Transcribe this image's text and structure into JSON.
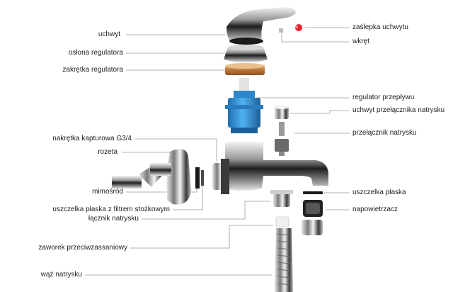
{
  "labels_left": {
    "uchwyt": "uchwyt",
    "oslona_regulatora": "osłona regulatora",
    "zakretka_regulatora": "zakrętka regulatora",
    "nakretka_kapturowa": "nakrętka kapturowa G3/4",
    "rozeta": "rozeta",
    "mimosrod": "mimośród",
    "uszczelka_plaska_filtr": "uszczelka płaska z filtrem stożkowym",
    "lacznik_natrysku": "łącznik natrysku",
    "zaworek": "zaworek przeciwzassaniowy",
    "waz_natrysku": "wąż natrysku"
  },
  "labels_right": {
    "zaslepka_uchwytu": "zaślepka uchwytu",
    "wkret": "wkręt",
    "regulator_przeplywu": "regulator przepływu",
    "uchwyt_przelacznika": "uchwyt przełącznika natrysku",
    "przelacznik_natrysku": "przełącznik natrysku",
    "uszczelka_plaska": "uszczelka płaska",
    "napowietrzacz": "napowietrzacz"
  },
  "colors": {
    "leader_line": "#9a9a9a",
    "chrome_dark": "#2b2b2b",
    "chrome_light": "#e8e8e8",
    "cartridge_blue": "#2f8fd6",
    "brass": "#c98a4a",
    "cap_red": "#e8232e"
  }
}
